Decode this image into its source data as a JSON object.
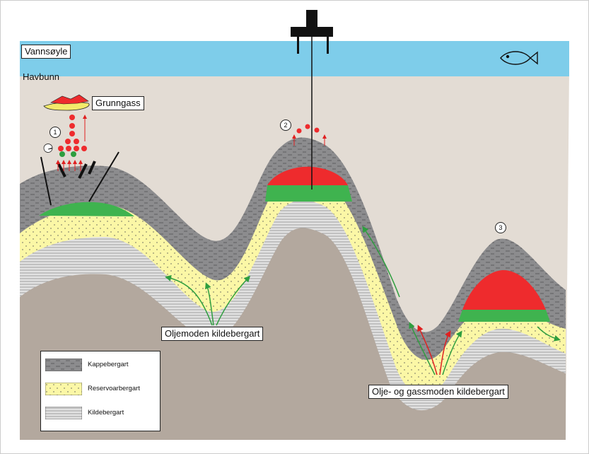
{
  "labels": {
    "water_column": "Vannsøyle",
    "seabed": "Havbunn",
    "shallow_gas": "Grunngass",
    "oil_mature": "Oljemoden kildebergart",
    "oil_gas_mature": "Olje- og gassmoden kildebergart"
  },
  "markers": [
    "1",
    "2",
    "3"
  ],
  "legend": [
    {
      "label": "Kappebergart"
    },
    {
      "label": "Reservoarbergart"
    },
    {
      "label": "Kildebergart"
    }
  ],
  "colors": {
    "water": "#7ecdea",
    "seabed": "#e3dcd4",
    "cap_rock": "#8a8a8c",
    "reservoir": "#fbf7a6",
    "source_rock": "#d6d6d6",
    "basement": "#b3a89e",
    "gas": "#ee2b2d",
    "oil": "#3fb34f",
    "migration_green": "#2e9e3f",
    "migration_red": "#e02020"
  }
}
